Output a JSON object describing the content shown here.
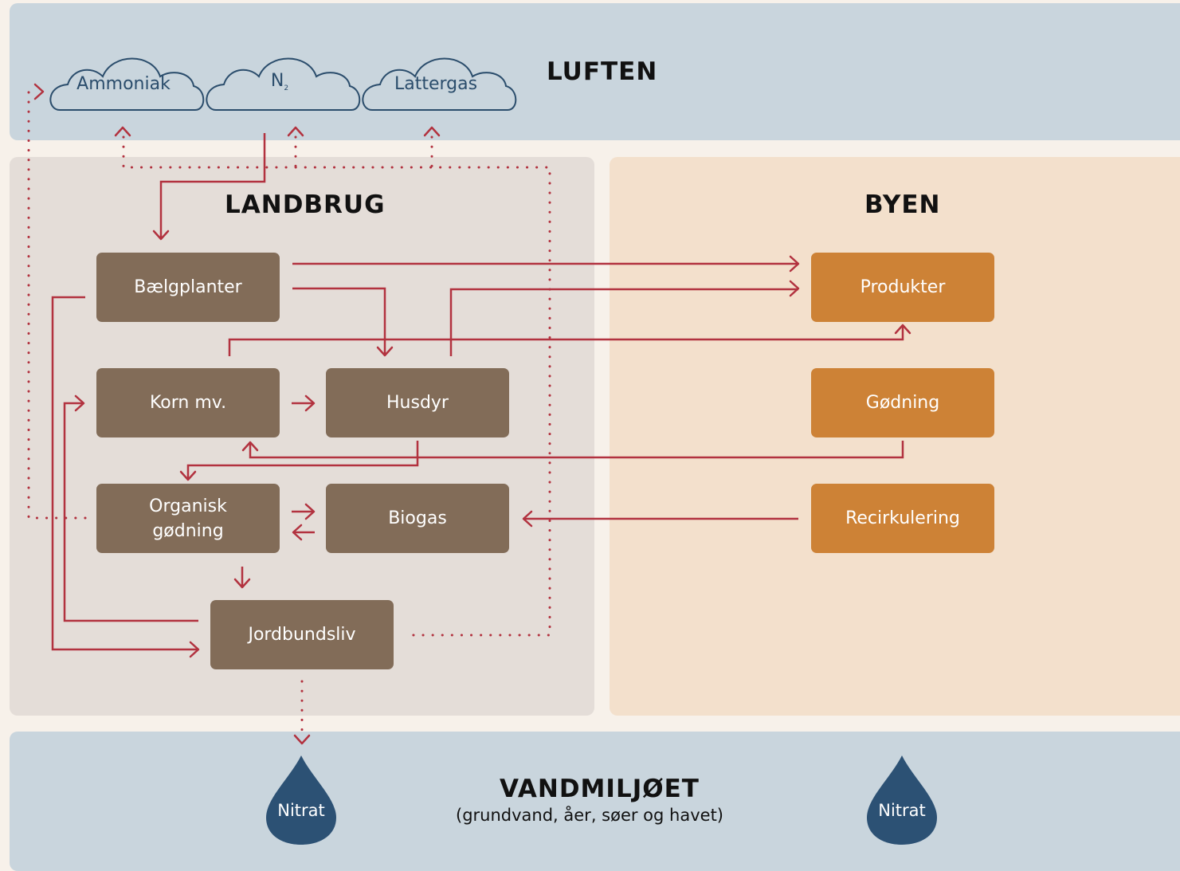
{
  "sections": {
    "air": "LUFTEN",
    "farming": "LANDBRUG",
    "city": "BYEN",
    "water": "VANDMILJØET",
    "water_sub": "(grundvand, åer, søer og havet)"
  },
  "clouds": {
    "ammonia": "Ammoniak",
    "n2": "N",
    "n2_sub": "2",
    "laughing_gas": "Lattergas"
  },
  "farm_boxes": {
    "legumes": "Bælgplanter",
    "grain": "Korn mv.",
    "livestock": "Husdyr",
    "organic_fertilizer": "Organisk\ngødning",
    "biogas": "Biogas",
    "soil_life": "Jordbundsliv"
  },
  "city_boxes": {
    "products": "Produkter",
    "fertilizer": "Gødning",
    "recycling": "Recirkulering"
  },
  "drops": {
    "left": "Nitrat",
    "right": "Nitrat"
  },
  "colors": {
    "arrow": "#b2323f",
    "brown_box": "#826c58",
    "orange_box": "#cd8236",
    "drop": "#2c5174",
    "cloud_line": "#2b4d6c"
  }
}
